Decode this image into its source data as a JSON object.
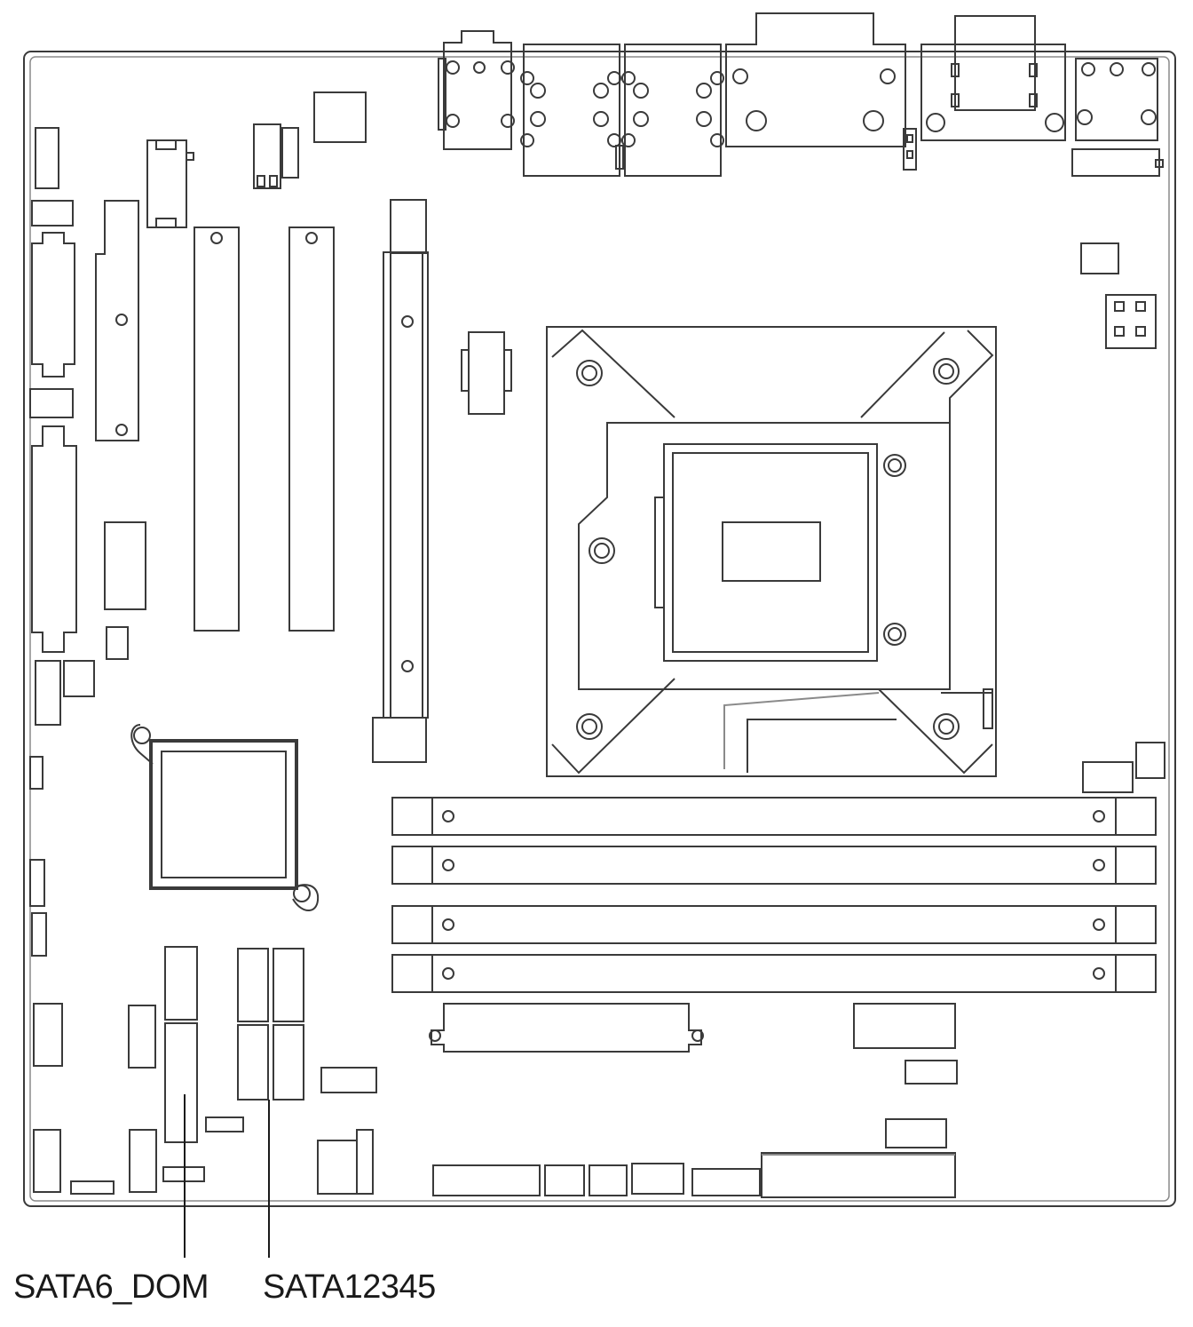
{
  "diagram": {
    "callouts": [
      {
        "id": "sata6-dom",
        "label": "SATA6_DOM"
      },
      {
        "id": "sata12345",
        "label": "SATA12345"
      }
    ],
    "colors": {
      "line": "#3a3a3a",
      "light_line": "#8a8a8a",
      "background": "#ffffff"
    }
  }
}
